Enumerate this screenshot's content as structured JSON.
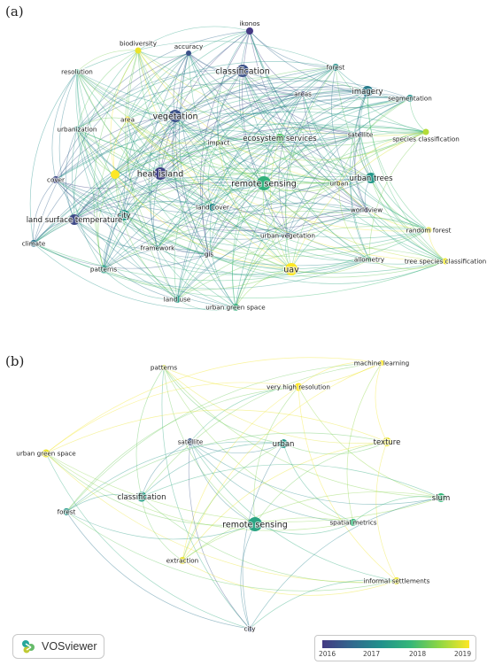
{
  "panels": {
    "a": {
      "label": "(a)"
    },
    "b": {
      "label": "(b)"
    }
  },
  "logo": {
    "text": "VOSviewer"
  },
  "legend": {
    "colors": [
      "#443a83",
      "#31688e",
      "#21918c",
      "#35b779",
      "#90d743",
      "#fde725"
    ],
    "ticks": [
      "2016",
      "2017",
      "2018",
      "2019"
    ]
  },
  "network_a": {
    "nodes": [
      {
        "id": "ikonos",
        "label": "ikonos",
        "year": 2016.0
      },
      {
        "id": "biodiversity",
        "label": "biodiversity",
        "year": 2018.9
      },
      {
        "id": "accuracy",
        "label": "accuracy",
        "year": 2016.3
      },
      {
        "id": "classification",
        "label": "classification",
        "year": 2016.3
      },
      {
        "id": "forest",
        "label": "forest",
        "year": 2017.2
      },
      {
        "id": "resolution",
        "label": "resolution",
        "year": 2017.6
      },
      {
        "id": "imagery",
        "label": "imagery",
        "year": 2016.9
      },
      {
        "id": "areas",
        "label": "areas",
        "year": 2016.2
      },
      {
        "id": "segmentation",
        "label": "segmentation",
        "year": 2017.2
      },
      {
        "id": "vegetation",
        "label": "vegetation",
        "year": 2016.3
      },
      {
        "id": "area",
        "label": "area",
        "year": 2019.0
      },
      {
        "id": "urbanization",
        "label": "urbanization",
        "year": 2017.3
      },
      {
        "id": "ecosystem_services",
        "label": "ecosystem services",
        "year": 2018.0
      },
      {
        "id": "satellite",
        "label": "satellite",
        "year": 2016.3
      },
      {
        "id": "impact",
        "label": "impact",
        "year": 2018.4
      },
      {
        "id": "species_classification",
        "label": "species classification",
        "year": 2018.6
      },
      {
        "id": "cover",
        "label": "cover",
        "year": 2016.2
      },
      {
        "id": "heat_island",
        "label": "heat island",
        "year": 2016.1
      },
      {
        "id": "remote_sensing",
        "label": "remote sensing",
        "year": 2017.7
      },
      {
        "id": "urban",
        "label": "urban",
        "year": 2019.0
      },
      {
        "id": "urban_trees",
        "label": "urban trees",
        "year": 2017.3
      },
      {
        "id": "yellow_small",
        "label": "",
        "year": 2019.0
      },
      {
        "id": "land_cover",
        "label": "land cover",
        "year": 2017.1
      },
      {
        "id": "city",
        "label": "city",
        "year": 2017.3
      },
      {
        "id": "worldview",
        "label": "worldview",
        "year": 2016.2
      },
      {
        "id": "land_surface_temperature",
        "label": "land surface temperature",
        "year": 2016.2
      },
      {
        "id": "climate",
        "label": "climate",
        "year": 2016.8
      },
      {
        "id": "random_forest",
        "label": "random forest",
        "year": 2018.9
      },
      {
        "id": "urban_vegetation",
        "label": "urban vegetation",
        "year": 2016.4
      },
      {
        "id": "framework",
        "label": "framework",
        "year": 2017.4
      },
      {
        "id": "gis",
        "label": "gis",
        "year": 2016.2
      },
      {
        "id": "patterns",
        "label": "patterns",
        "year": 2017.4
      },
      {
        "id": "uav",
        "label": "uav",
        "year": 2019.0
      },
      {
        "id": "allometry",
        "label": "allometry",
        "year": 2017.9
      },
      {
        "id": "tree_species_classification",
        "label": "tree species classification",
        "year": 2018.9
      },
      {
        "id": "land_use",
        "label": "land use",
        "year": 2017.4
      },
      {
        "id": "urban_green_space",
        "label": "urban green space",
        "year": 2017.7
      }
    ]
  },
  "network_b": {
    "nodes": [
      {
        "id": "patterns",
        "label": "patterns",
        "year": 2018.8
      },
      {
        "id": "machine_learning",
        "label": "machine learning",
        "year": 2019.0
      },
      {
        "id": "very_high_resolution",
        "label": "very high resolution",
        "year": 2019.0
      },
      {
        "id": "satellite",
        "label": "satellite",
        "year": 2016.4
      },
      {
        "id": "urban",
        "label": "urban",
        "year": 2017.3
      },
      {
        "id": "texture",
        "label": "texture",
        "year": 2018.9
      },
      {
        "id": "urban_green_space",
        "label": "urban green space",
        "year": 2018.9
      },
      {
        "id": "slum",
        "label": "slum",
        "year": 2017.8
      },
      {
        "id": "classification",
        "label": "classification",
        "year": 2017.4
      },
      {
        "id": "forest",
        "label": "forest",
        "year": 2017.3
      },
      {
        "id": "remote_sensing",
        "label": "remote sensing",
        "year": 2017.5
      },
      {
        "id": "spatial_metrics",
        "label": "spatial metrics",
        "year": 2017.8
      },
      {
        "id": "extraction",
        "label": "extraction",
        "year": 2018.9
      },
      {
        "id": "informal_settlements",
        "label": "informal settlements",
        "year": 2018.9
      },
      {
        "id": "city",
        "label": "city",
        "year": 2016.3
      }
    ]
  }
}
